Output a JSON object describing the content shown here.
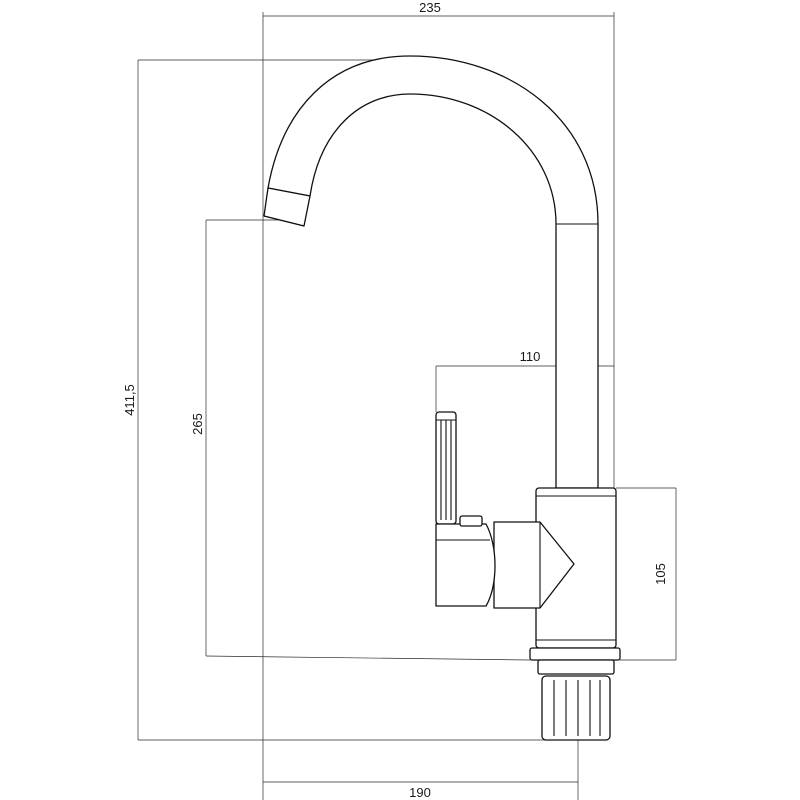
{
  "drawing": {
    "dimensions": {
      "overall_width": "235",
      "overall_height": "411,5",
      "spout_height": "265",
      "handle_reach": "110",
      "body_height": "105",
      "spout_reach": "190"
    }
  }
}
